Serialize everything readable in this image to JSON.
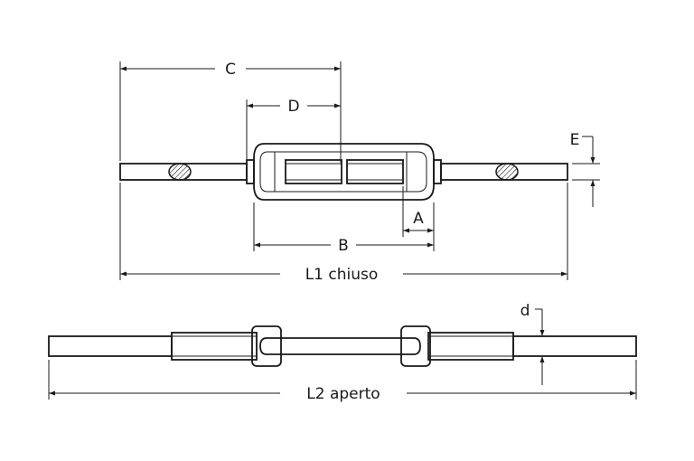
{
  "drawing": {
    "labels": {
      "c": "C",
      "d_upper": "D",
      "e": "E",
      "a": "A",
      "b": "B",
      "l1": "L1 chiuso",
      "d_lower": "d",
      "l2": "L2 aperto"
    },
    "colors": {
      "line": "#1a1a1a",
      "background": "#ffffff"
    }
  }
}
